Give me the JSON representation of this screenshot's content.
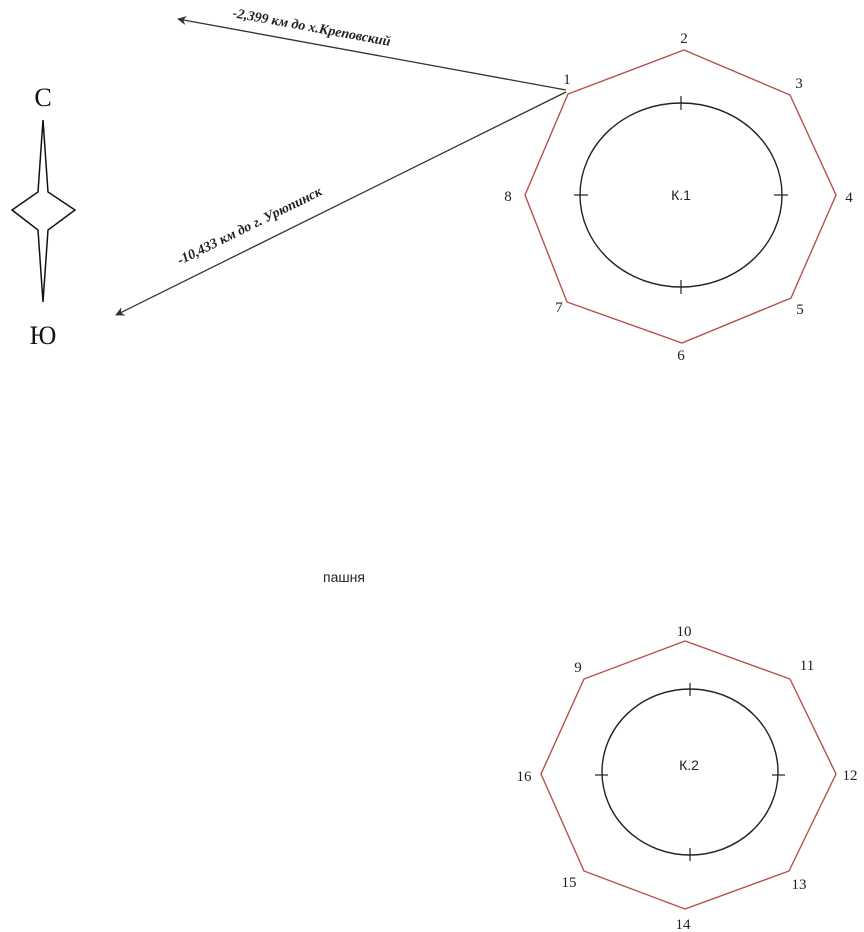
{
  "compass": {
    "north_label": "С",
    "south_label": "Ю"
  },
  "distances": {
    "to_krepovsky": "-2,399 км до х.Креповский",
    "to_uryupinsk": "-10,433 км до г. Урюпинск"
  },
  "field_label": "пашня",
  "colors": {
    "boundary": "#b5504a",
    "mound": "#222222",
    "arrow": "#333333"
  },
  "kurgans": [
    {
      "label": "К.1",
      "vertices": [
        "1",
        "2",
        "3",
        "4",
        "5",
        "6",
        "7",
        "8"
      ]
    },
    {
      "label": "К.2",
      "vertices": [
        "9",
        "10",
        "11",
        "12",
        "13",
        "14",
        "15",
        "16"
      ]
    }
  ]
}
